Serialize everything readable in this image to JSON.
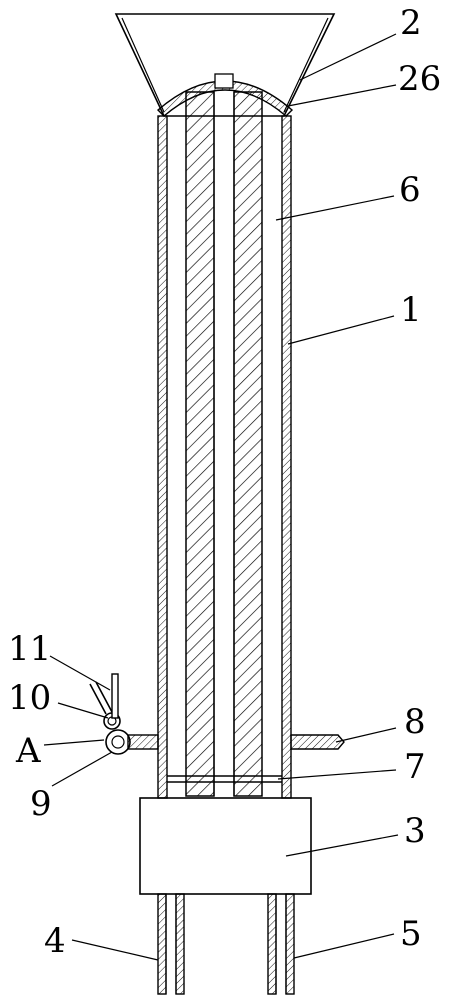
{
  "diagram": {
    "labels": {
      "l2": "2",
      "l26": "26",
      "l6": "6",
      "l1": "1",
      "l11": "11",
      "l10": "10",
      "lA": "A",
      "l9": "9",
      "l8": "8",
      "l7": "7",
      "l3": "3",
      "l4": "4",
      "l5": "5"
    }
  }
}
